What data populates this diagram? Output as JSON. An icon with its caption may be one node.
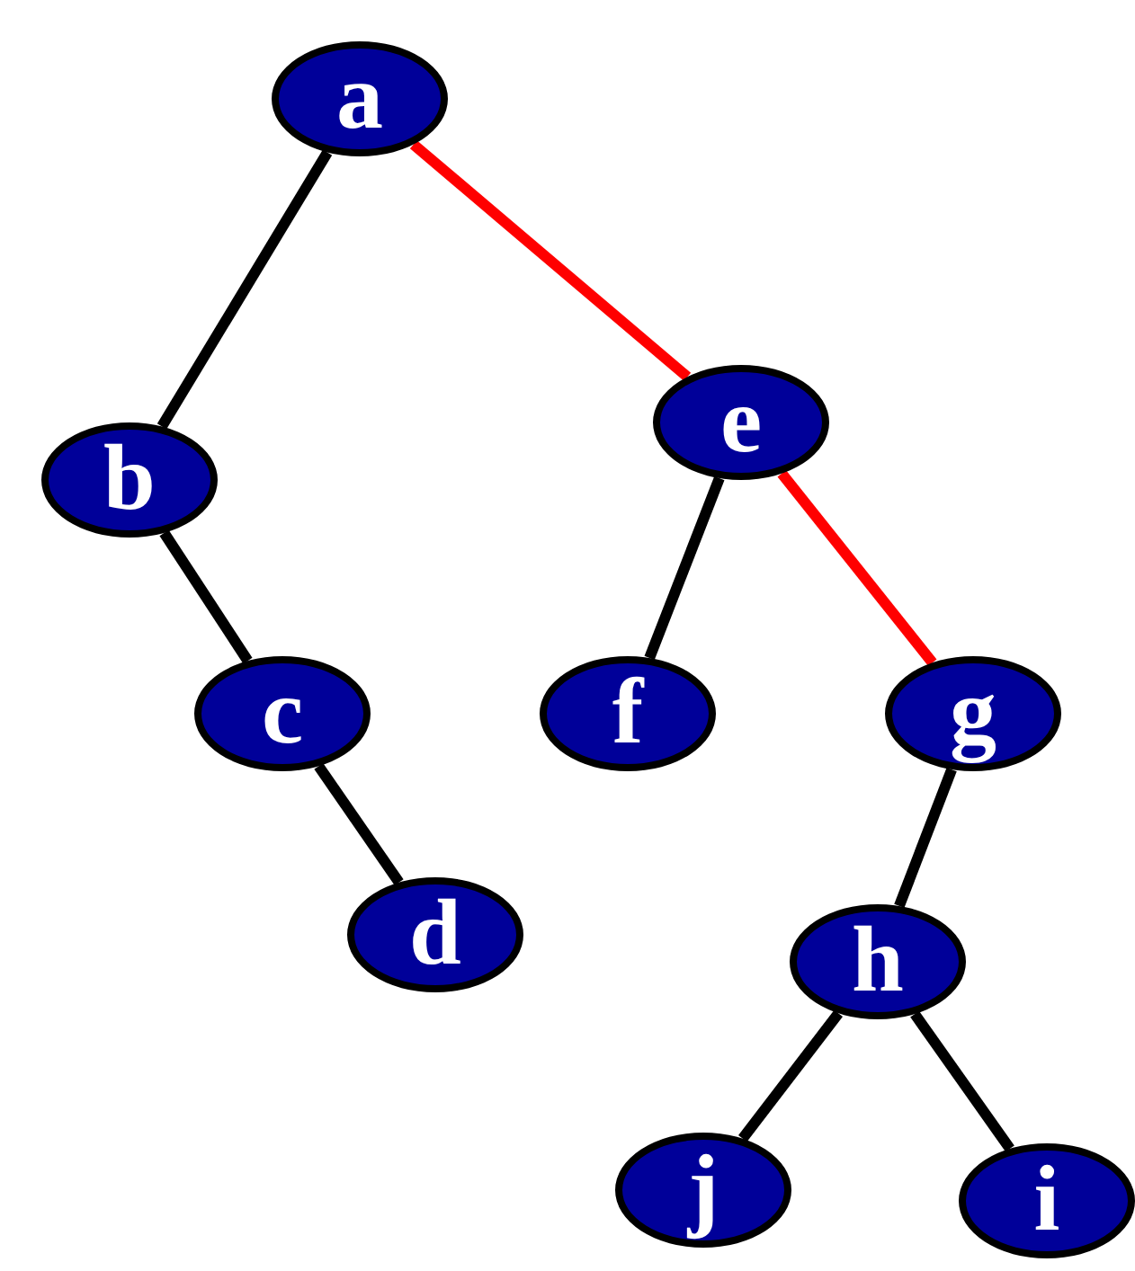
{
  "diagram": {
    "nodes": [
      {
        "text": [
          "a"
        ]
      },
      {
        "text": [
          "b"
        ]
      },
      {
        "text": [
          "c"
        ]
      },
      {
        "text": [
          "d"
        ]
      },
      {
        "text": [
          "e"
        ]
      },
      {
        "text": [
          "f"
        ]
      },
      {
        "text": [
          "g"
        ]
      },
      {
        "text": [
          "h"
        ]
      },
      {
        "text": [
          "j"
        ]
      },
      {
        "text": [
          "i"
        ]
      }
    ],
    "edges": [
      {
        "from": 0,
        "to": 1,
        "arrow": "none"
      },
      {
        "from": 0,
        "to": 4,
        "arrow": "none",
        "color": "#ff0000"
      },
      {
        "from": 1,
        "to": 2,
        "arrow": "none"
      },
      {
        "from": 2,
        "to": 3,
        "arrow": "none"
      },
      {
        "from": 4,
        "to": 5,
        "arrow": "none"
      },
      {
        "from": 4,
        "to": 6,
        "arrow": "none",
        "color": "#ff0000"
      },
      {
        "from": 6,
        "to": 7,
        "arrow": "none"
      },
      {
        "from": 7,
        "to": 8,
        "arrow": "none"
      },
      {
        "from": 7,
        "to": 9,
        "arrow": "none"
      }
    ]
  }
}
